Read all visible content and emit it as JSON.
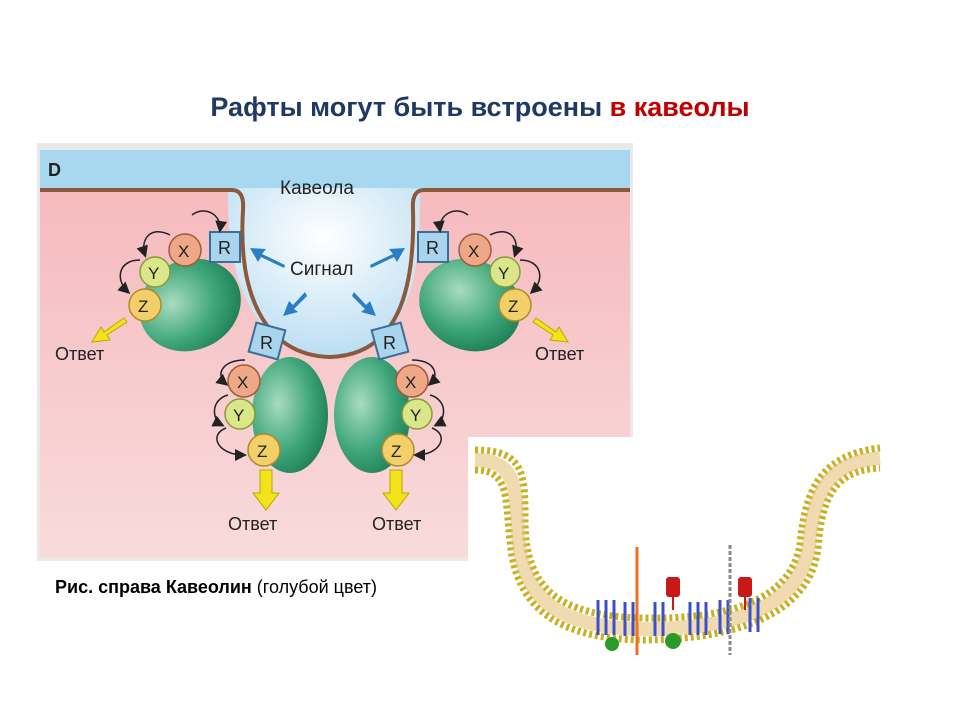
{
  "title": {
    "prefix": "Рафты могут быть встроены ",
    "highlight": "в кавеолы"
  },
  "diagram": {
    "panel_label": "D",
    "caveola_label": "Кавеола",
    "signal_label": "Сигнал",
    "receptor_label": "R",
    "x_label": "X",
    "y_label": "Y",
    "z_label": "Z",
    "response_label": "Ответ"
  },
  "caption": {
    "bold_part": "Рис. справа  Кавеолин",
    "normal_part": " (голубой цвет)"
  },
  "colors": {
    "title": "#1f3864",
    "highlight": "#c00000",
    "cytoplasm": "#f3c2c4",
    "extracellular": "#a8d8f0",
    "membrane": "#8b5a3c",
    "receptor": "#a9d4ee",
    "x_protein": "#eea887",
    "y_protein": "#d9e78a",
    "z_protein": "#f3cf6a",
    "raft_body": "#3fa67a",
    "arrow_signal": "#2a7fc4",
    "arrow_response": "#f2e31a"
  }
}
